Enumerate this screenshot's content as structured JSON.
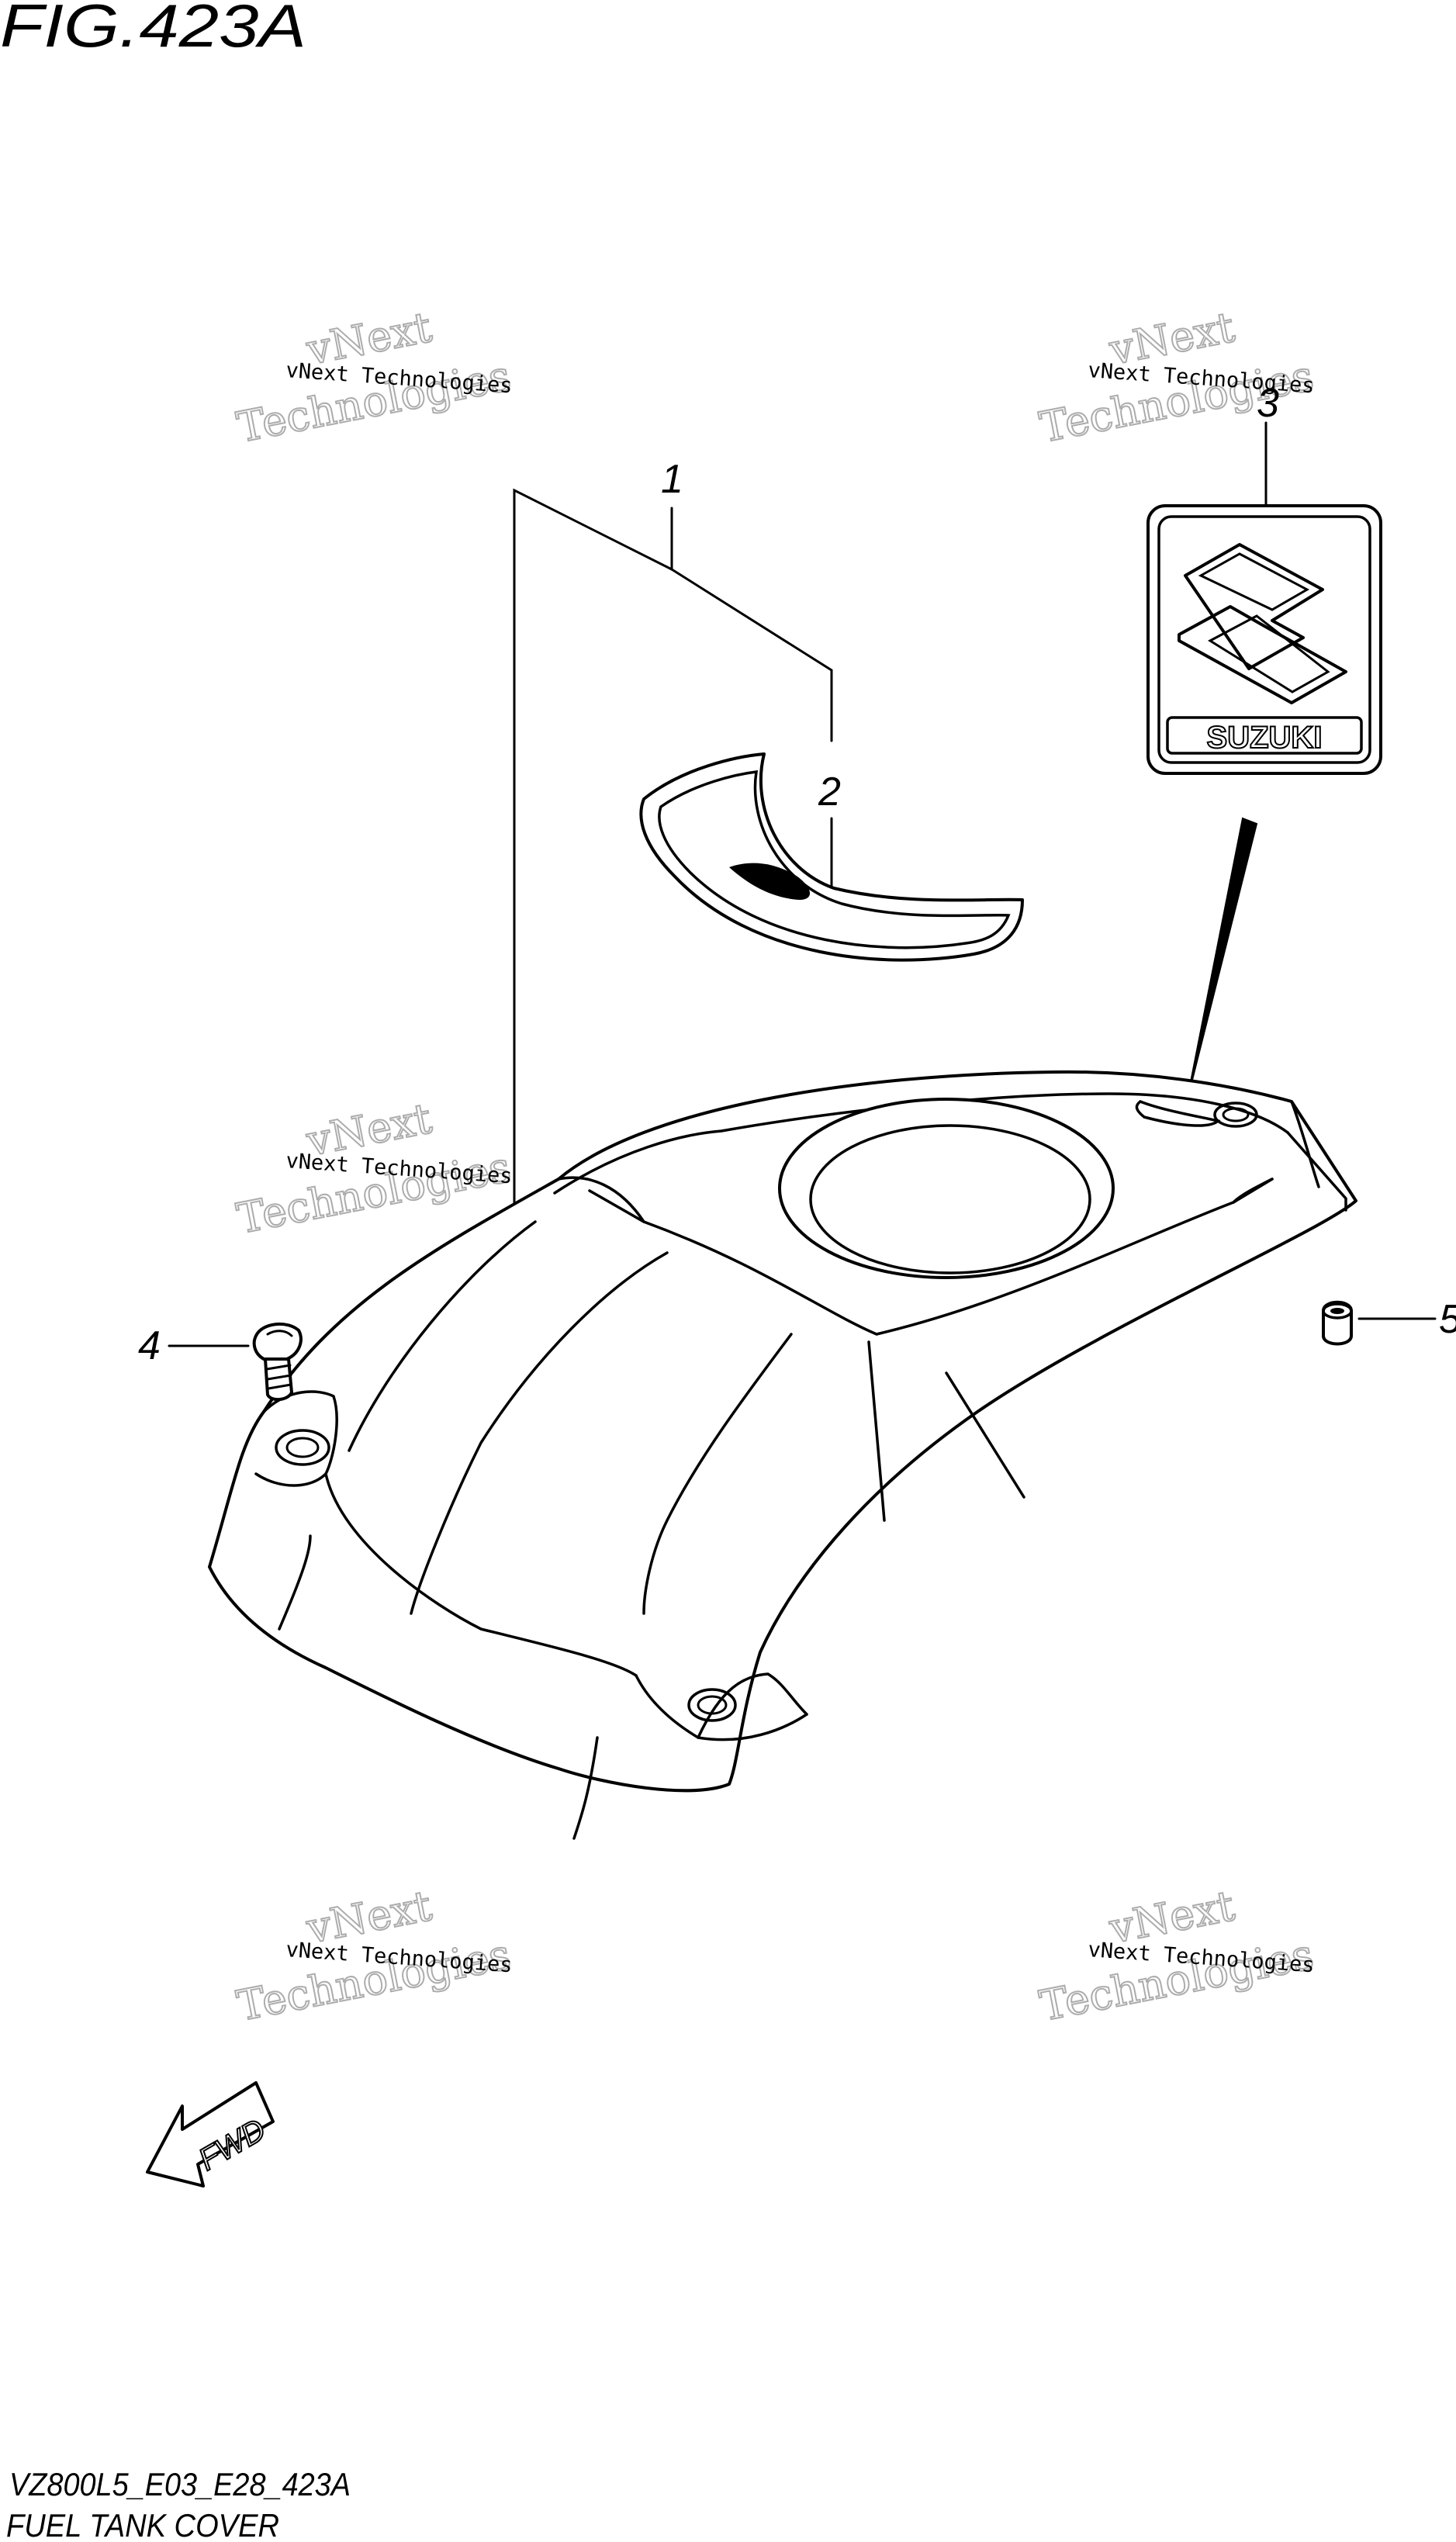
{
  "figure": {
    "title": "FIG.423A",
    "code": "VZ800L5_E03_E28_423A",
    "name": "FUEL TANK COVER"
  },
  "callouts": [
    {
      "id": "c1",
      "label": "1"
    },
    {
      "id": "c2",
      "label": "2"
    },
    {
      "id": "c3",
      "label": "3"
    },
    {
      "id": "c4",
      "label": "4"
    },
    {
      "id": "c5",
      "label": "5"
    }
  ],
  "emblem": {
    "text": "SUZUKI"
  },
  "fwd": {
    "label": "FWD"
  },
  "watermark": {
    "line1": "vNext",
    "line2": "Technologies",
    "small": "vNext Technologies"
  },
  "colors": {
    "ink": "#000000",
    "paper": "#ffffff",
    "watermark": "#6a6a6a"
  }
}
